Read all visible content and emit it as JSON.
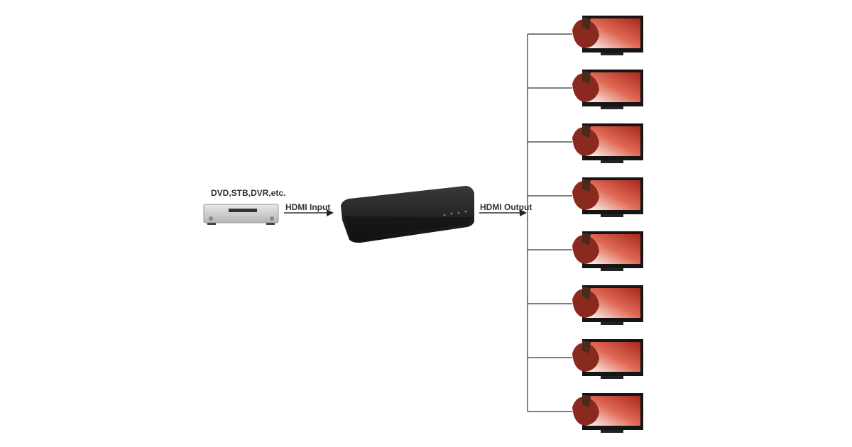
{
  "source": {
    "label": "DVD,STB,DVR,etc.",
    "icon": "dvd-player-icon"
  },
  "input_label": "HDMI Input",
  "output_label": "HDMI Output",
  "splitter": {
    "icon": "hdmi-splitter-icon"
  },
  "outputs": {
    "count": 8,
    "icon": "tv-icon"
  },
  "colors": {
    "line": "#333333",
    "device": "#1c1c1c",
    "screen_accent": "#c0392b"
  }
}
